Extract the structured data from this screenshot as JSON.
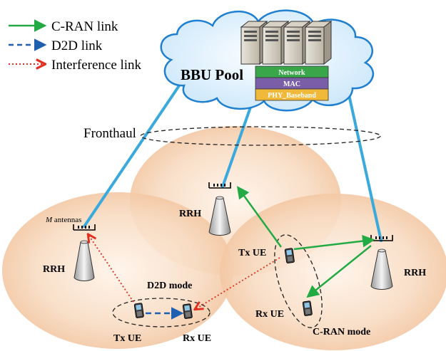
{
  "legend": {
    "cran": {
      "label": "C-RAN link",
      "color": "#22aa44"
    },
    "d2d": {
      "label": "D2D link",
      "color": "#1f5fb0"
    },
    "interference": {
      "label": "Interference link",
      "color": "#e03020"
    }
  },
  "bbu": {
    "title": "BBU Pool",
    "layers": [
      {
        "label": "Network",
        "color": "#3aa64a"
      },
      {
        "label": "MAC",
        "color": "#7b5ea8"
      },
      {
        "label": "PHY_Baseband",
        "color": "#f0b93a"
      }
    ]
  },
  "fronthaul_label": "Fronthaul",
  "rrh_label": "RRH",
  "antennas_label": {
    "symbol": "M",
    "text": " antennas"
  },
  "modes": {
    "d2d": "D2D mode",
    "cran": "C-RAN mode"
  },
  "ue": {
    "tx": "Tx UE",
    "rx": "Rx UE"
  },
  "colors": {
    "fronthaul_line": "#3aa9dc",
    "cell": "#f6cfae",
    "cloud": "#d7efff"
  }
}
